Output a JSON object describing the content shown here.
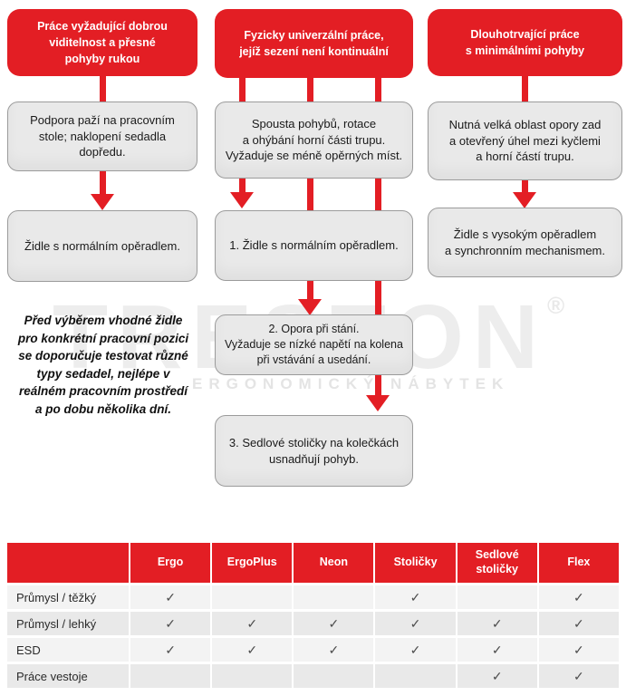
{
  "watermark": {
    "brand": "TRESTON",
    "registered": "®",
    "tagline": "ERGONOMICKÝ NÁBYTEK"
  },
  "flowchart": {
    "columns": [
      {
        "header": "Práce vyžadující dobrou\nviditelnost a přesné\npohyby rukou",
        "steps": [
          "Podpora paží na pracovním\nstole; naklopení sedadla\ndopředu.",
          "Židle s normálním opěradlem."
        ],
        "note": "Před výběrem vhodné židle\npro konkrétní pracovní pozici\nse doporučuje testovat různé\ntypy sedadel, nejlépe v\nreálném pracovním prostředí\na po dobu několika dní."
      },
      {
        "header": "Fyzicky univerzální práce,\njejíž sezení není kontinuální",
        "steps": [
          "Spousta pohybů, rotace\na ohýbání horní části trupu.\nVyžaduje se méně opěrných míst.",
          "1. Židle s normálním opěradlem.",
          "2. Opora při stání.\nVyžaduje se nízké napětí na kolena\npři vstávání a usedání.",
          "3. Sedlové stoličky na kolečkách\nusnadňují pohyb."
        ]
      },
      {
        "header": "Dlouhotrvající práce\ns minimálními pohyby",
        "steps": [
          "Nutná velká oblast opory zad\na otevřený úhel mezi kyčlemi\na horní částí trupu.",
          "Židle s vysokým opěradlem\na synchronním mechanismem."
        ]
      }
    ]
  },
  "table": {
    "corner": "",
    "check_glyph": "✓",
    "columns": [
      "Ergo",
      "ErgoPlus",
      "Neon",
      "Stoličky",
      "Sedlové stoličky",
      "Flex"
    ],
    "rows": [
      {
        "label": "Průmysl / těžký",
        "cells": [
          "✓",
          "",
          "",
          "✓",
          "",
          "✓"
        ]
      },
      {
        "label": "Průmysl / lehký",
        "cells": [
          "✓",
          "✓",
          "✓",
          "✓",
          "✓",
          "✓"
        ]
      },
      {
        "label": "ESD",
        "cells": [
          "✓",
          "✓",
          "✓",
          "✓",
          "✓",
          "✓"
        ]
      },
      {
        "label": "Práce vestoje",
        "cells": [
          "",
          "",
          "",
          "",
          "✓",
          "✓"
        ]
      }
    ]
  },
  "colors": {
    "accent_red": "#e31e24",
    "box_fill_gray": "#e9e9e9",
    "box_border_gray": "#9b9b9b",
    "table_row_light": "#f3f3f3",
    "table_row_dark": "#e9e9e9",
    "check_mark": "#4d4d4d",
    "watermark_gray": "#ededed"
  }
}
